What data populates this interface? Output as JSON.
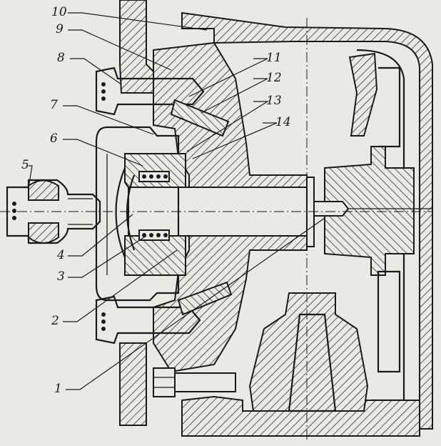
{
  "callouts": [
    {
      "id": "10",
      "label": "10"
    },
    {
      "id": "9",
      "label": "9"
    },
    {
      "id": "8",
      "label": "8"
    },
    {
      "id": "11",
      "label": "11"
    },
    {
      "id": "12",
      "label": "12"
    },
    {
      "id": "7",
      "label": "7"
    },
    {
      "id": "13",
      "label": "13"
    },
    {
      "id": "14",
      "label": "14"
    },
    {
      "id": "6",
      "label": "6"
    },
    {
      "id": "5",
      "label": "5"
    },
    {
      "id": "4",
      "label": "4"
    },
    {
      "id": "3",
      "label": "3"
    },
    {
      "id": "2",
      "label": "2"
    },
    {
      "id": "1",
      "label": "1"
    }
  ]
}
